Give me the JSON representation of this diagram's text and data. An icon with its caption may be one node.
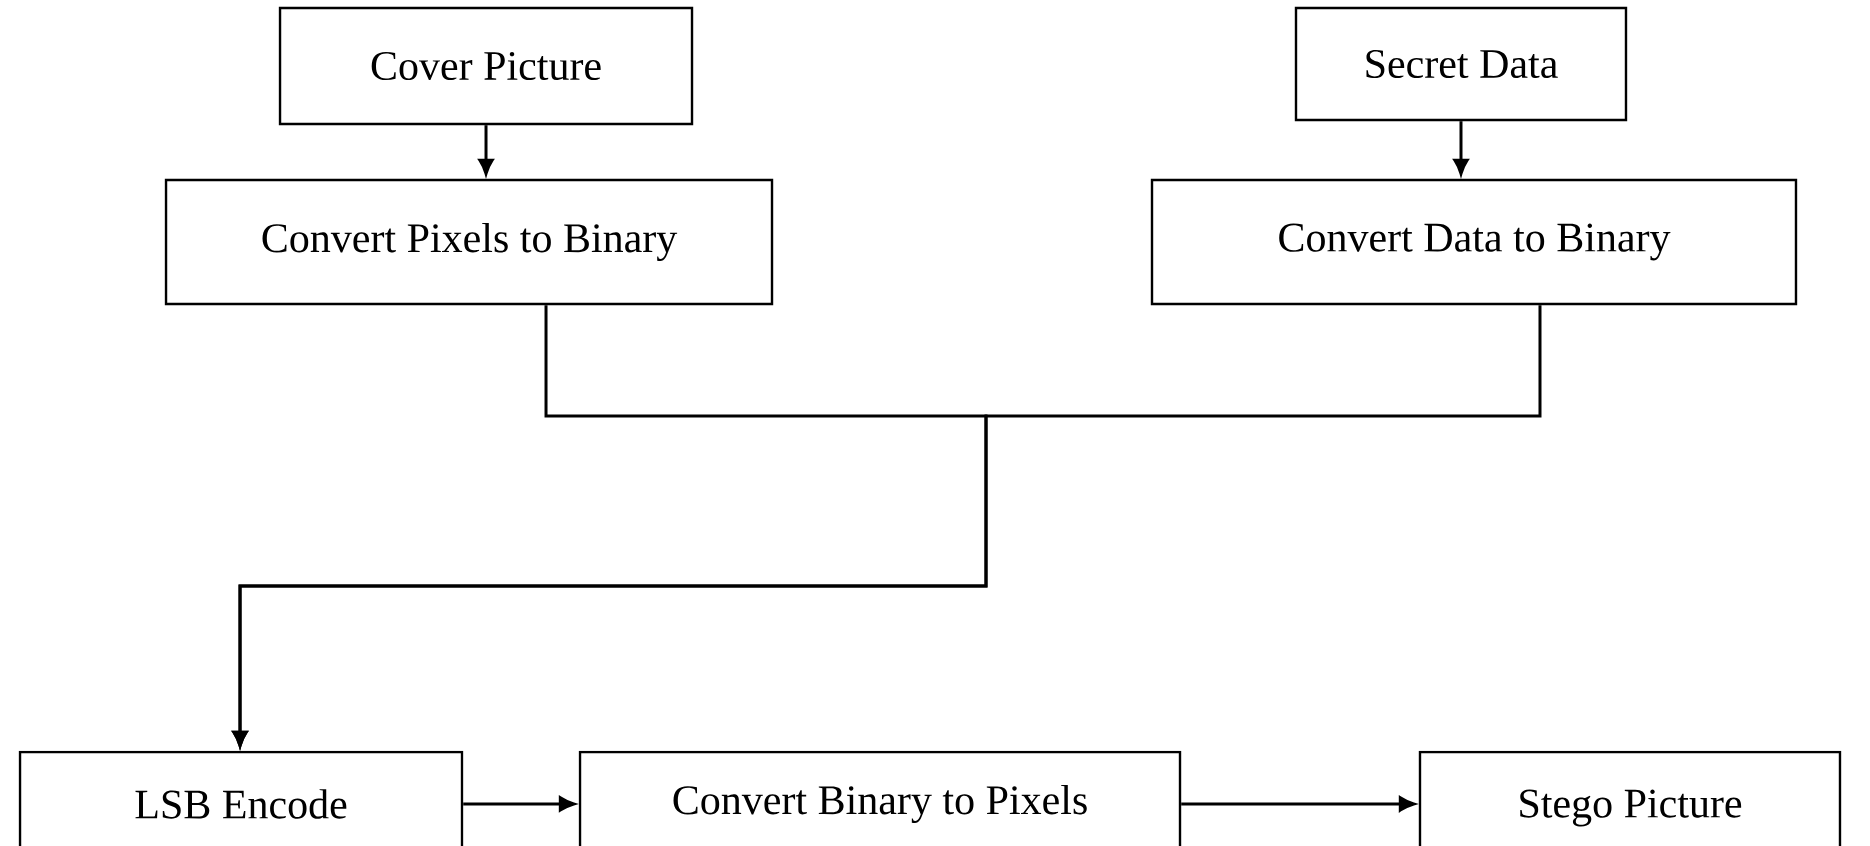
{
  "diagram": {
    "nodes": [
      {
        "text": [
          "Cover Picture"
        ]
      },
      {
        "text": [
          "Secret Data"
        ]
      },
      {
        "text": [
          "Convert Pixels to Binary"
        ]
      },
      {
        "text": [
          "Convert Data to Binary"
        ]
      },
      {
        "text": [
          "LSB Encode"
        ]
      },
      {
        "text": [
          "Convert Binary to Pixels"
        ]
      },
      {
        "text": [
          "Stego Picture"
        ]
      }
    ],
    "edges": [
      {
        "from": 0,
        "to": 2,
        "arrow": "to"
      },
      {
        "from": 1,
        "to": 3,
        "arrow": "to"
      },
      {
        "from": 2,
        "to": 4,
        "arrow": "to"
      },
      {
        "from": 3,
        "to": 4,
        "arrow": "to"
      },
      {
        "from": 4,
        "to": 5,
        "arrow": "to"
      },
      {
        "from": 5,
        "to": 6,
        "arrow": "to"
      }
    ]
  }
}
